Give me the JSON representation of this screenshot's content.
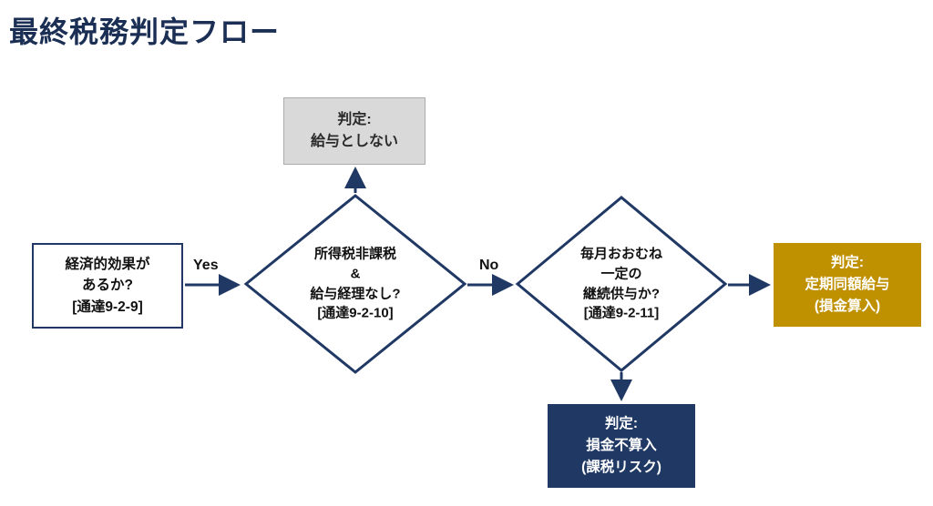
{
  "title": "最終税務判定フロー",
  "colors": {
    "navy": "#1f3864",
    "gold": "#bf9000",
    "gray": "#d9d9d9",
    "title_navy": "#1b2e54"
  },
  "flow": {
    "start_box": {
      "text": "経済的効果が\nあるか?\n[通達9-2-9]"
    },
    "decision_1": {
      "text": "所得税非課税\n&\n給与経理なし?\n[通達9-2-10]"
    },
    "decision_2": {
      "text": "毎月おおむね\n一定の\n継続供与か?\n[通達9-2-11]"
    },
    "result_no_salary": {
      "text": "判定:\n給与としない"
    },
    "result_fixed_salary": {
      "text": "判定:\n定期同額給与\n(損金算入)"
    },
    "result_nondeductible": {
      "text": "判定:\n損金不算入\n(課税リスク)"
    },
    "edge_labels": {
      "yes": "Yes",
      "no": "No"
    }
  }
}
